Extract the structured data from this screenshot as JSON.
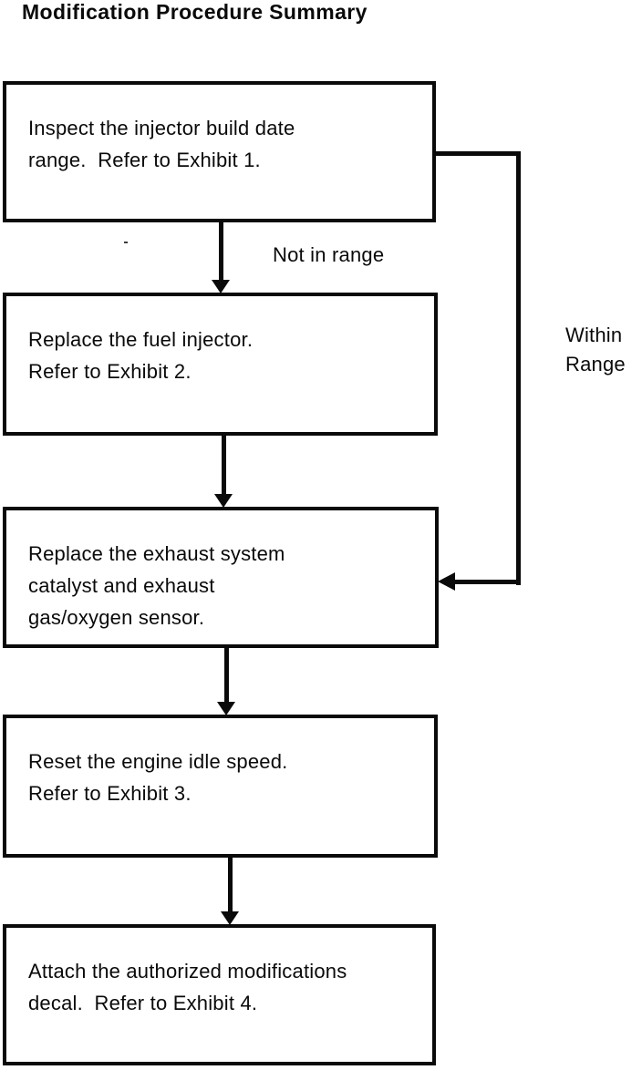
{
  "title": "Modification Procedure Summary",
  "flowchart": {
    "boxes": [
      {
        "id": "step-1",
        "text": "Inspect the injector build date\nrange.  Refer to Exhibit 1."
      },
      {
        "id": "step-2",
        "text": "Replace the fuel injector.\nRefer to Exhibit 2."
      },
      {
        "id": "step-3",
        "text": "Replace the exhaust system\ncatalyst and exhaust\ngas/oxygen sensor."
      },
      {
        "id": "step-4",
        "text": "Reset the engine idle speed.\nRefer to Exhibit 3."
      },
      {
        "id": "step-5",
        "text": "Attach the authorized modifications\ndecal.  Refer to Exhibit 4."
      }
    ],
    "labels": {
      "not_in_range": "Not in range",
      "within_range": "Within\nRange"
    }
  },
  "colors": {
    "ink": "#0a0a0a",
    "background": "#ffffff"
  }
}
